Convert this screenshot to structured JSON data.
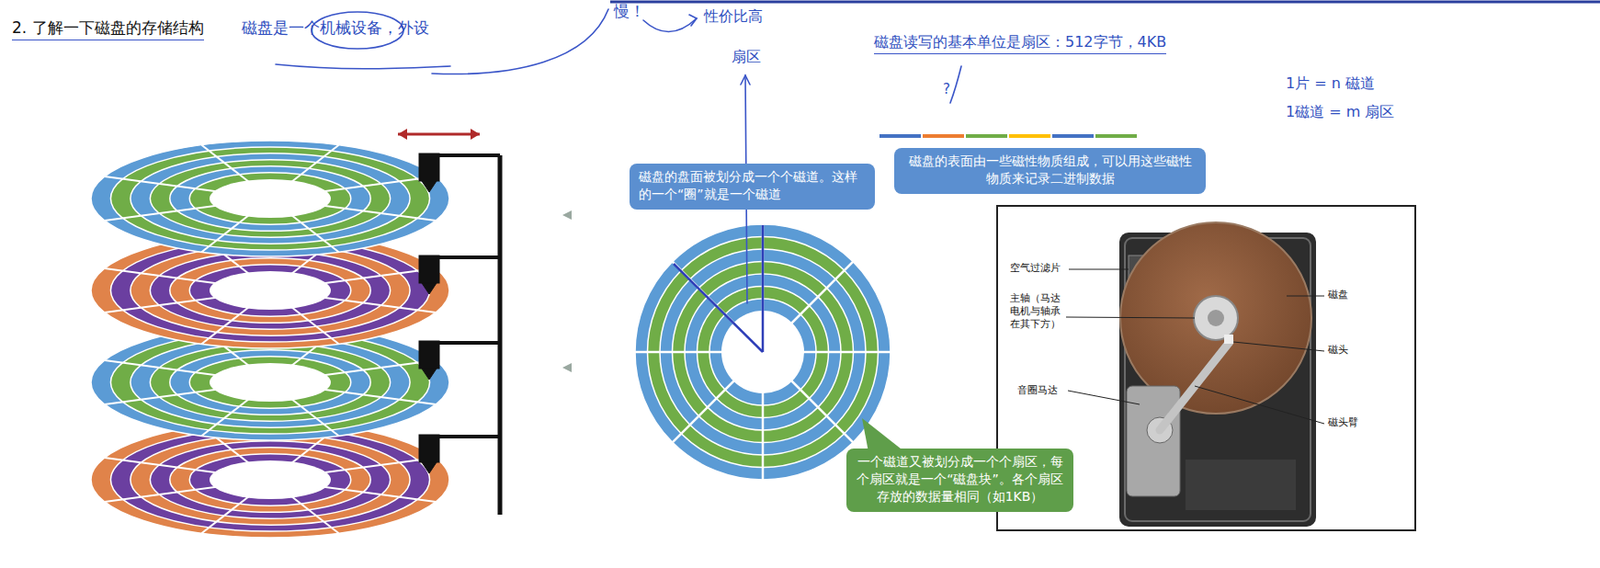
{
  "diagram": {
    "nodes": [
      {
        "text": [
          "磁盘的表面由一些磁性物质组成，可以用这些磁性物质来记录二进制数据"
        ]
      },
      {
        "text": [
          "磁盘的盘面被划分成一个个磁道。这样的一个“圈”就是一个磁道"
        ]
      },
      {
        "text": [
          "一个磁道又被划分成一个个扇区，每个扇区就是一个“磁盘块”。各个扇区存放的数据量相同（如1KB）"
        ]
      }
    ],
    "labels": [
      "2. 了解一下磁盘的存储结构",
      "磁盘是一个机械设备，外设",
      "慢！",
      "性价比高",
      "扇区",
      "磁盘读写的基本单位是扇区：512字节，4KB",
      "?",
      "1片 = n 磁道",
      "1磁道 = m 扇区",
      "空气过滤片",
      "主轴（马达电机与轴承在其下方）",
      "音圈马达",
      "磁盘",
      "磁头",
      "磁头臂"
    ]
  }
}
